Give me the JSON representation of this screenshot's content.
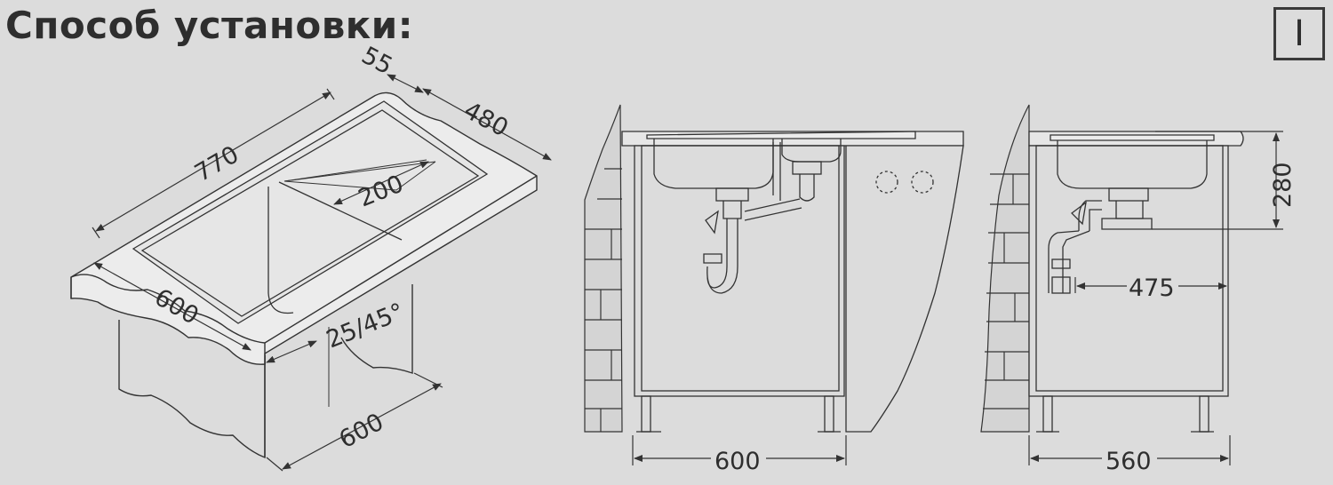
{
  "title": "Способ установки:",
  "install_type_badge": "I",
  "colors": {
    "background": "#dcdcdc",
    "line": "#333333",
    "fill_light": "#ececec"
  },
  "isometric_view": {
    "dim_flange": "55",
    "dim_length": "770",
    "dim_depth": "480",
    "dim_drainer": "200",
    "dim_front": "600",
    "dim_thickness_angle": "25/45°",
    "dim_cabinet": "600"
  },
  "front_view": {
    "dim_cabinet_width": "600"
  },
  "side_view": {
    "dim_height": "280",
    "dim_drain_offset": "475",
    "dim_cabinet_depth": "560"
  }
}
